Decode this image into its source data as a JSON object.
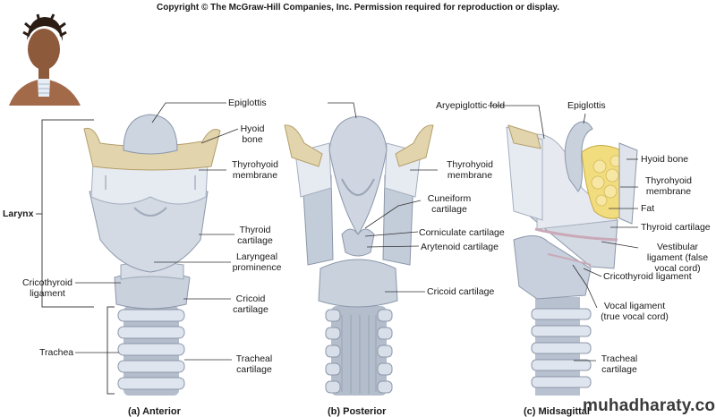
{
  "header": {
    "copyright": "Copyright © The McGraw-Hill Companies, Inc. Permission required for reproduction or display."
  },
  "labels": {
    "larynx": "Larynx",
    "epiglottis_top": "Epiglottis",
    "hyoid_bone_a": "Hyoid bone",
    "thyrohyoid_a": "Thyrohyoid membrane",
    "thyroid_cartilage_a": "Thyroid cartilage",
    "laryngeal_prominence": "Laryngeal prominence",
    "cricothyroid_ligament_a": "Cricothyroid ligament",
    "cricoid_cartilage_a": "Cricoid cartilage",
    "trachea": "Trachea",
    "tracheal_cartilage_a": "Tracheal cartilage",
    "thyrohyoid_b": "Thyrohyoid membrane",
    "cuneiform": "Cuneiform cartilage",
    "corniculate": "Corniculate cartilage",
    "arytenoid": "Arytenoid cartilage",
    "cricoid_cartilage_b": "Cricoid cartilage",
    "aryepiglottic": "Aryepiglottic fold",
    "epiglottis_c": "Epiglottis",
    "hyoid_bone_c": "Hyoid bone",
    "thyrohyoid_c": "Thyrohyoid membrane",
    "fat": "Fat",
    "thyroid_cartilage_c": "Thyroid cartilage",
    "vestibular": "Vestibular ligament (false vocal cord)",
    "cricothyroid_ligament_c": "Cricothyroid ligament",
    "vocal_ligament": "Vocal ligament (true vocal cord)",
    "tracheal_cartilage_c": "Tracheal cartilage"
  },
  "captions": {
    "anterior": "(a) Anterior",
    "posterior": "(b) Posterior",
    "midsagittal": "(c) Midsagittal"
  },
  "watermark": "muhadharaty.com"
}
